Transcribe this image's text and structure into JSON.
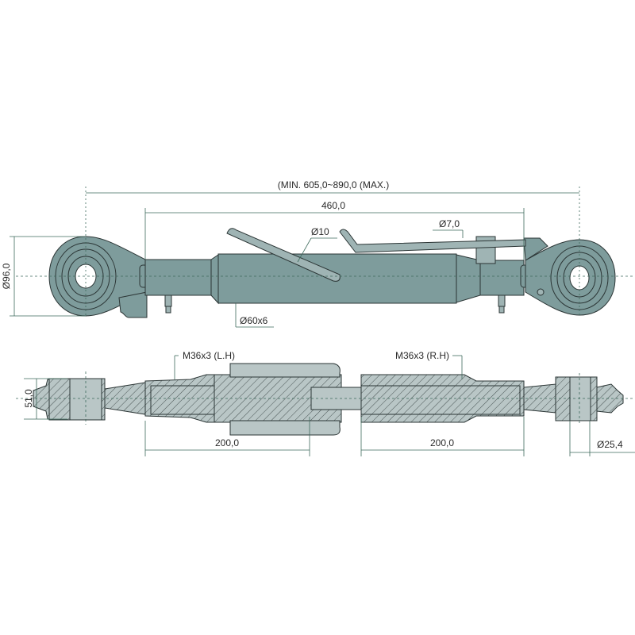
{
  "drawing": {
    "top_view": {
      "overall_length": "(MIN. 605,0~890,0 (MAX.)",
      "tube_length": "460,0",
      "lever_diameter": "Ø7,0",
      "handle_diameter": "Ø10",
      "eye_diameter": "Ø96,0",
      "tube_size": "Ø60x6"
    },
    "section_view": {
      "thread_left": "M36x3 (L.H)",
      "thread_right": "M36x3 (R.H)",
      "eye_width": "51,0",
      "thread_length_left": "200,0",
      "thread_length_right": "200,0",
      "bore_diameter": "Ø25,4"
    }
  },
  "colors": {
    "body": "#7e9c9c",
    "section": "#b9c6c6",
    "outline": "#2b3535",
    "dim_line": "#3e6a5c"
  }
}
